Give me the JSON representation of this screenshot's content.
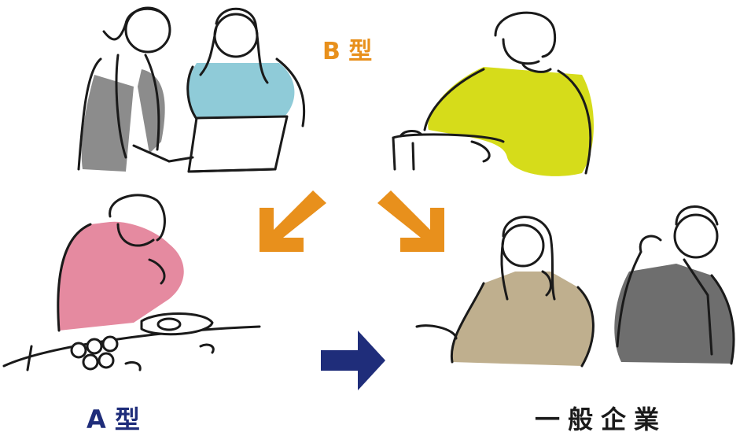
{
  "labels": {
    "b_type": "B 型",
    "a_type": "A 型",
    "general_company": "一般企業"
  },
  "colors": {
    "accent_orange": "#E8901C",
    "accent_navy": "#1F2D7A",
    "ink": "#1a1a1a",
    "gray_jacket": "#8C8C8C",
    "light_blue": "#8FCBD8",
    "lime": "#D6DC1A",
    "pink": "#E58AA0",
    "beige": "#BFAF8E",
    "dark_gray_suit": "#6E6E6E"
  },
  "icons": [
    "arrow-down-left-icon",
    "arrow-down-right-icon",
    "arrow-right-icon"
  ]
}
